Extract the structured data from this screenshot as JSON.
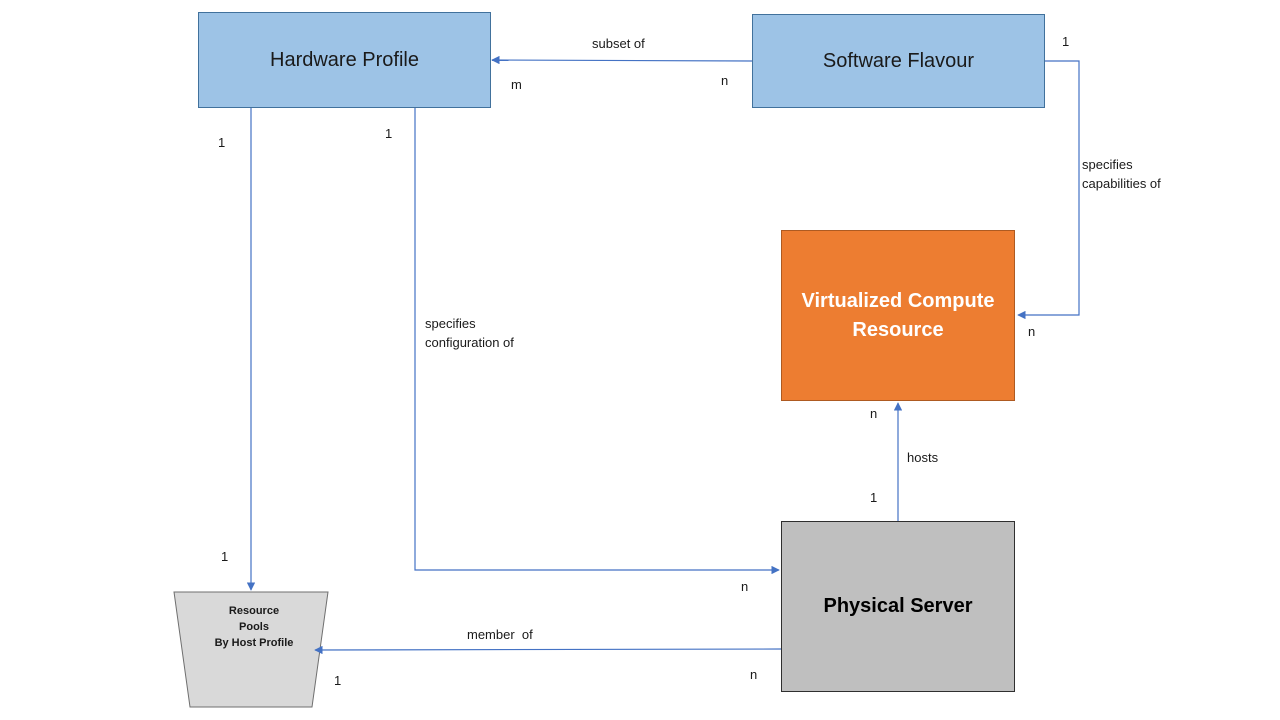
{
  "nodes": {
    "hardware_profile": "Hardware Profile",
    "software_flavour": "Software Flavour",
    "virtualized_compute_line1": "Virtualized Compute",
    "virtualized_compute_line2": "Resource",
    "physical_server": "Physical Server",
    "resource_pools_line1": "Resource",
    "resource_pools_line2": "Pools",
    "resource_pools_line3": "By Host Profile"
  },
  "relations": {
    "subset_of": {
      "label": "subset of",
      "source_card": "n",
      "target_card": "m"
    },
    "specifies_capabilities": {
      "label_line1": "specifies",
      "label_line2": "capabilities of",
      "source_card": "1",
      "target_card": "n"
    },
    "specifies_configuration": {
      "label_line1": "specifies",
      "label_line2": "configuration of",
      "source_card": "1",
      "target_card": "n"
    },
    "hw_to_pools": {
      "source_card": "1",
      "target_card": "1"
    },
    "hosts": {
      "label": "hosts",
      "source_card": "1",
      "target_card": "n"
    },
    "member_of": {
      "label": "member  of",
      "source_card": "n",
      "target_card": "1"
    }
  },
  "colors": {
    "blue_box": "#9dc3e6",
    "orange_box": "#ed7d31",
    "gray_box": "#bfbfbf",
    "pool_fill": "#d9d9d9",
    "connector": "#4472c4"
  }
}
